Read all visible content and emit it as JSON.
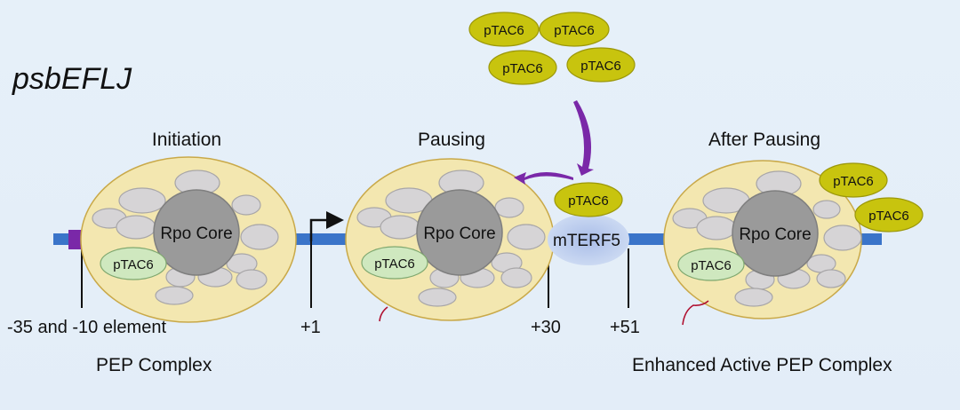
{
  "gene_name": "psbEFLJ",
  "stages": [
    {
      "title": "Initiation",
      "core_label": "Rpo Core",
      "bound_factor": "pTAC6"
    },
    {
      "title": "Pausing",
      "core_label": "Rpo Core",
      "bound_factor": "pTAC6"
    },
    {
      "title": "After Pausing",
      "core_label": "Rpo Core",
      "bound_factor": "pTAC6"
    }
  ],
  "free_factors": [
    "pTAC6",
    "pTAC6",
    "pTAC6",
    "pTAC6"
  ],
  "recruited_factor": "pTAC6",
  "pausing_factor": "mTERF5",
  "after_pausing_factors": [
    "pTAC6",
    "pTAC6"
  ],
  "positions": {
    "promoter": "-35 and -10 element",
    "tss": "+1",
    "pause_site": "+30",
    "end_site": "+51"
  },
  "captions": {
    "left": "PEP Complex",
    "right": "Enhanced Active PEP Complex"
  },
  "colors": {
    "dna": "#3a74c9",
    "promoter_box": "#7a28a8",
    "pep_complex": "#f3e7b0",
    "rpo_core": "#9a9a9a",
    "subunit": "#d6d4d6",
    "bound_ptac6": "#cfe8bf",
    "free_ptac6": "#c8c40e",
    "mterf5": "#b8cbec",
    "arrow": "#7a28a8",
    "rna": "#b01030"
  }
}
